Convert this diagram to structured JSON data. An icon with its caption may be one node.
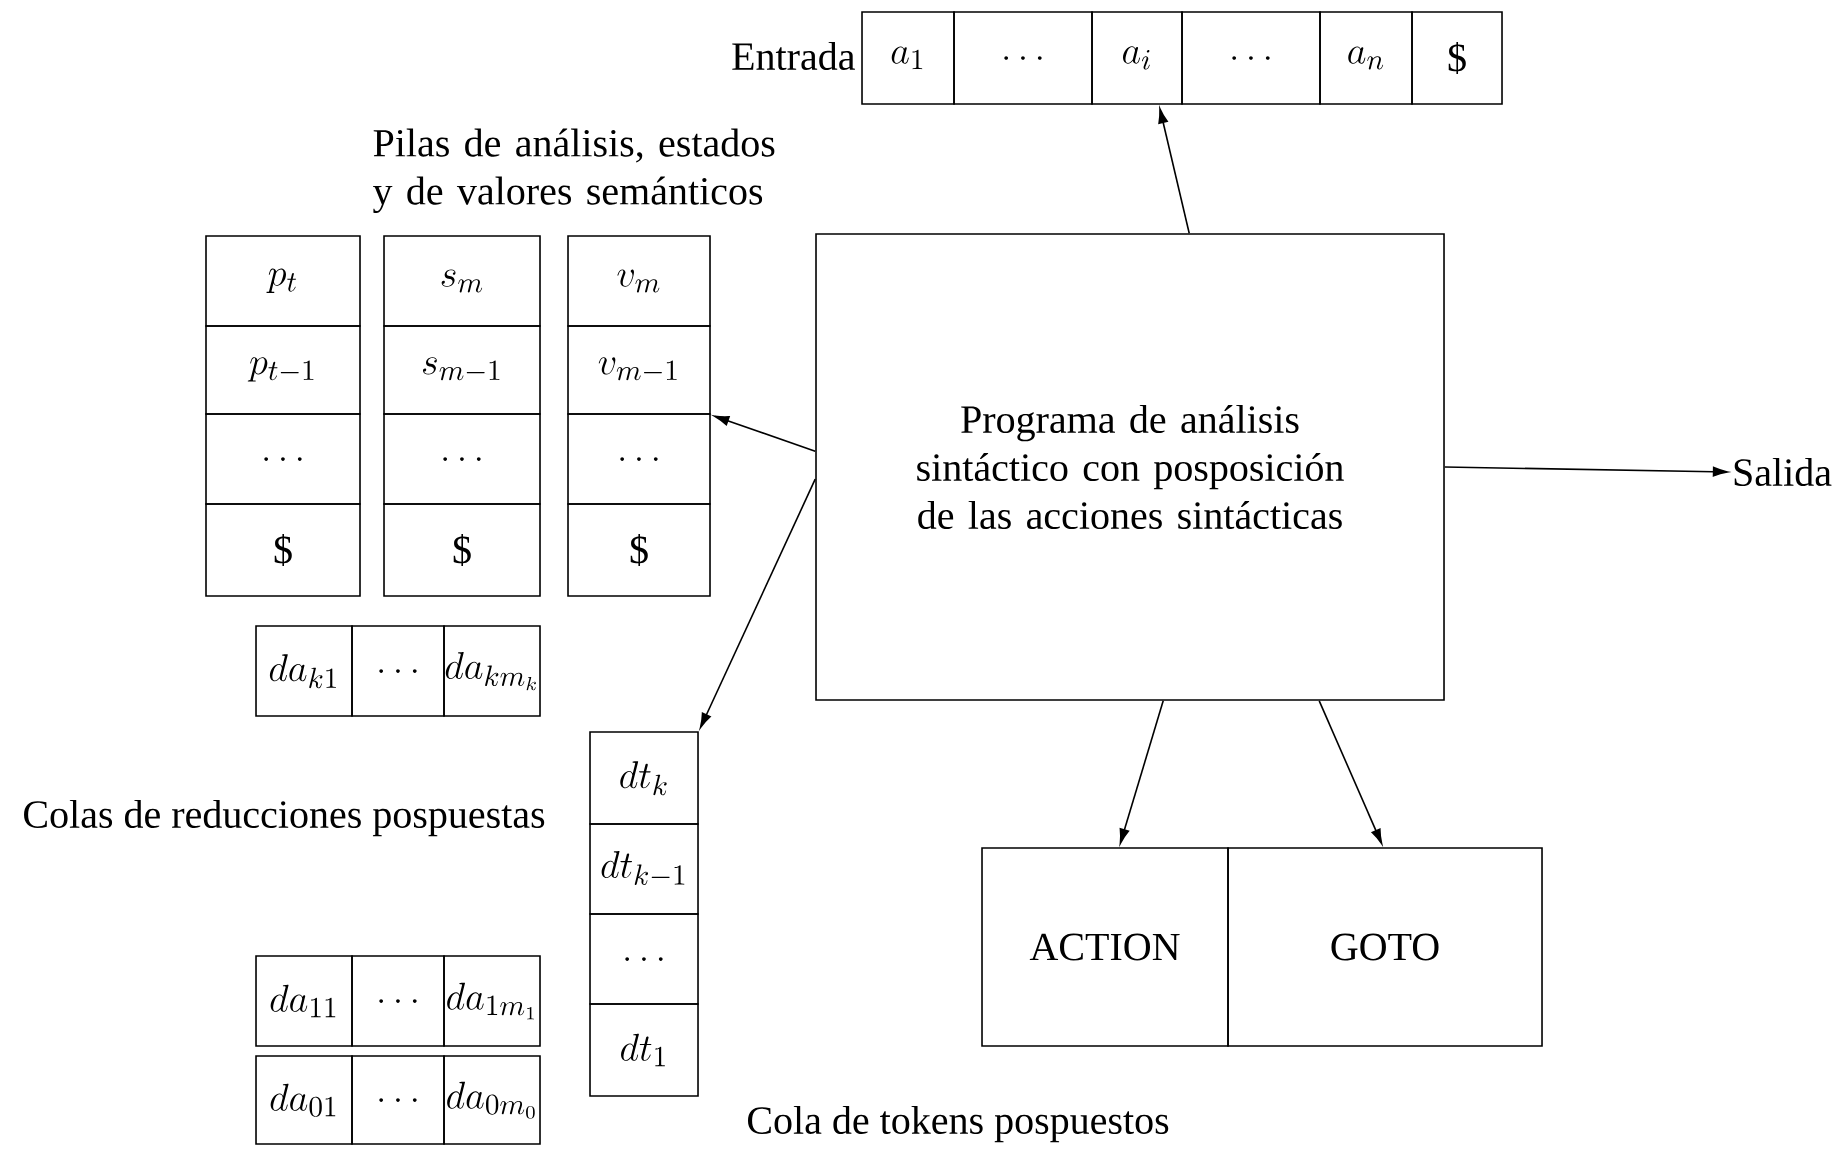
{
  "diagram": {
    "nodes": [
      {
        "text": [
          "a_1"
        ],
        "beside": [
          "Entrada"
        ]
      },
      {
        "text": [
          "\\ldots"
        ]
      },
      {
        "text": [
          "a_i"
        ]
      },
      {
        "text": [
          "\\ldots"
        ]
      },
      {
        "text": [
          "a_n"
        ]
      },
      {
        "text": [
          "$"
        ]
      },
      {
        "text": [
          "p_t"
        ]
      },
      {
        "text": [
          "p_{t-1}"
        ]
      },
      {
        "text": [
          "\\ldots"
        ]
      },
      {
        "text": [
          "$"
        ]
      },
      {
        "text": [
          "s_m"
        ]
      },
      {
        "text": [
          "s_{m-1}"
        ]
      },
      {
        "text": [
          "\\ldots"
        ]
      },
      {
        "text": [
          "$"
        ]
      },
      {
        "text": [
          "v_m"
        ]
      },
      {
        "text": [
          "v_{m-1}"
        ]
      },
      {
        "text": [
          "\\ldots"
        ]
      },
      {
        "text": [
          "$"
        ]
      },
      {
        "text": [
          "Programa de análisis sintáctico con posposición de las acciones sintácticas"
        ]
      },
      {
        "text": [
          "Salida"
        ]
      },
      {
        "text": [
          "da_{k1}"
        ]
      },
      {
        "text": [
          "\\ldots"
        ]
      },
      {
        "text": [
          "da_{km_k}"
        ]
      },
      {
        "text": [
          "dt_k"
        ]
      },
      {
        "text": [
          "dt_{k-1}"
        ]
      },
      {
        "text": [
          "\\ldots"
        ]
      },
      {
        "text": [
          "dt_1"
        ]
      },
      {
        "text": [
          "ACTION"
        ]
      },
      {
        "text": [
          "GOTO"
        ]
      },
      {
        "text": [
          "da_{11}"
        ]
      },
      {
        "text": [
          "\\ldots"
        ]
      },
      {
        "text": [
          "da_{1m_1}"
        ]
      },
      {
        "text": [
          "da_{01}"
        ]
      },
      {
        "text": [
          "\\ldots"
        ]
      },
      {
        "text": [
          "da_{0m_0}"
        ]
      }
    ],
    "edges": [
      {
        "from": 18,
        "to": 2,
        "arrow": "to"
      },
      {
        "from": 18,
        "to": 15,
        "arrow": "to"
      },
      {
        "from": 18,
        "to": 19,
        "arrow": "to"
      },
      {
        "from": 18,
        "to": 23,
        "arrow": "to"
      },
      {
        "from": 18,
        "to": 27,
        "arrow": "to"
      },
      {
        "from": 18,
        "to": 28,
        "arrow": "to"
      }
    ],
    "labels": [
      "Pilas de análisis, estados y de valores semánticos",
      "Colas de reducciones pospuestas",
      "Cola de tokens pospuestos"
    ]
  }
}
